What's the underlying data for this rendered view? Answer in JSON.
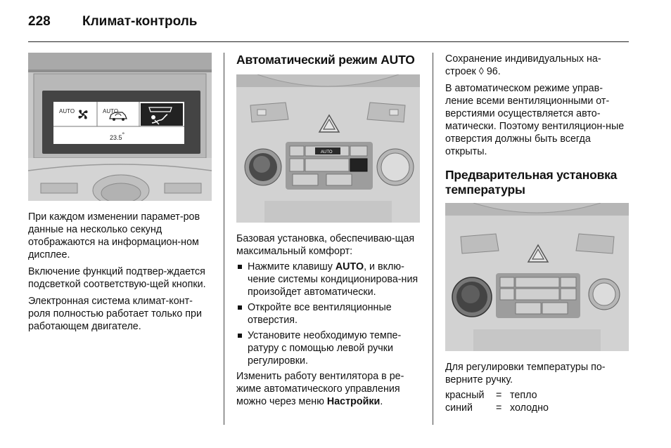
{
  "header": {
    "page_number": "228",
    "title": "Климат-контроль"
  },
  "col1": {
    "display": {
      "mode1": "AUTO",
      "mode2": "AUTO",
      "temp": "23.5",
      "temp_unit": "°"
    },
    "paragraphs": [
      "При каждом изменении парамет-ров данные на несколько секунд отображаются на информацион-ном дисплее.",
      "Включение функций подтвер-ждается подсветкой соответствую-щей кнопки.",
      "Электронная система климат-конт-роля полностью работает только при работающем двигателе."
    ]
  },
  "col2": {
    "heading": "Автоматический режим AUTO",
    "panel": {
      "auto_button": "AUTO"
    },
    "intro": "Базовая установка, обеспечиваю-щая максимальный комфорт:",
    "bullets": {
      "b1_pre": "Нажмите клавишу ",
      "b1_key": "AUTO",
      "b1_post": ", и вклю-чение системы кондиционирова-ния произойдет автоматически.",
      "b2": "Откройте все вентиляционные отверстия.",
      "b3": "Установите необходимую темпе-ратуру с помощью левой ручки регулировки."
    },
    "footer_pre": "Изменить работу вентилятора в ре-жиме автоматического управления можно через меню ",
    "footer_key": "Настройки",
    "footer_post": "."
  },
  "col3": {
    "p1": "Сохранение индивидуальных на-строек ◊ 96.",
    "p2": "В автоматическом режиме управ-ление всеми вентиляционными от-верстиями осуществляется авто-матически. Поэтому вентиляцион-ные отверстия должны быть всегда открыты.",
    "heading": "Предварительная установка температуры",
    "caption": "Для регулировки температуры по-верните ручку.",
    "legend": [
      {
        "color": "красный",
        "eq": "=",
        "meaning": "тепло"
      },
      {
        "color": "синий",
        "eq": "=",
        "meaning": "холодно"
      }
    ]
  }
}
